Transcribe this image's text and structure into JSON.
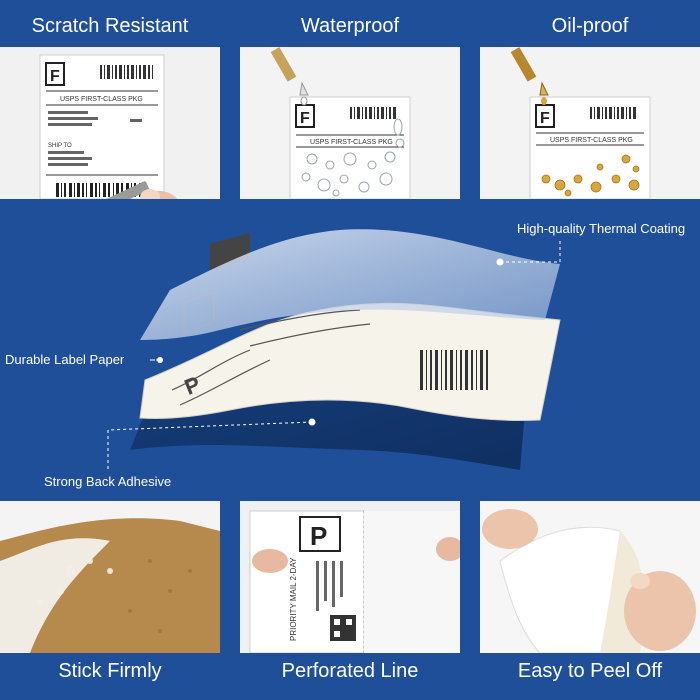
{
  "top_features": [
    {
      "title": "Scratch Resistant"
    },
    {
      "title": "Waterproof"
    },
    {
      "title": "Oil-proof"
    }
  ],
  "layers": {
    "coating": "High-quality Thermal Coating",
    "paper": "Durable Label Paper",
    "adhesive": "Strong Back Adhesive"
  },
  "bottom_features": [
    {
      "title": "Stick Firmly"
    },
    {
      "title": "Perforated Line"
    },
    {
      "title": "Easy to Peel Off"
    }
  ],
  "label_text": {
    "service": "USPS FIRST-CLASS PKG",
    "priority": "PRIORITY MAIL 2-DAY",
    "ship_to": "SHIP TO"
  },
  "colors": {
    "background": "#1f4f98",
    "text": "#ffffff"
  }
}
